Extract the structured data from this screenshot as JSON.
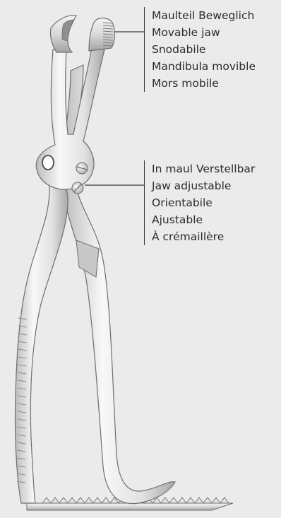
{
  "callouts": {
    "movable_jaw": [
      "Maulteil Beweglich",
      "Movable jaw",
      "Snodabile",
      "Mandibula movible",
      "Mors mobile"
    ],
    "adjustable_jaw": [
      "In maul Verstellbar",
      "Jaw adjustable",
      "Orientabile",
      "Ajustable",
      "À crémaillère"
    ]
  },
  "colors": {
    "background": "#ebebeb",
    "metal_light": "#f7f7f7",
    "metal_mid": "#d4d4d4",
    "metal_dark": "#9a9a9a",
    "outline": "#6e6e6e",
    "text": "#2b2b2b"
  }
}
